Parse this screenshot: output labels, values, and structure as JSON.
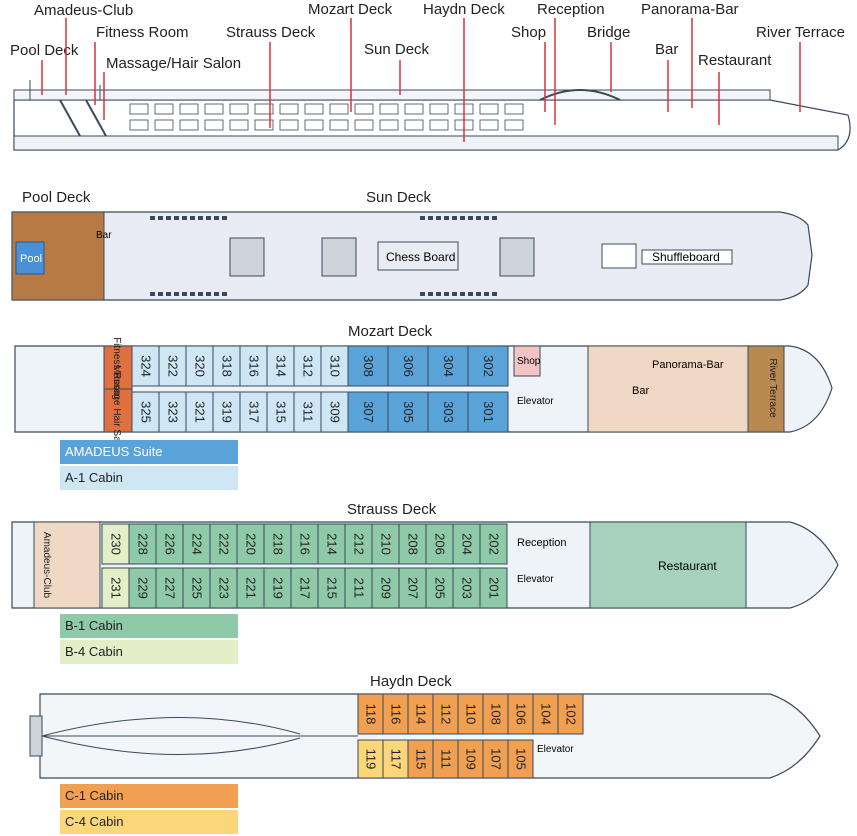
{
  "side_labels": [
    "Amadeus-Club",
    "Pool Deck",
    "Fitness Room",
    "Massage/Hair Salon",
    "Strauss Deck",
    "Mozart Deck",
    "Sun Deck",
    "Haydn Deck",
    "Shop",
    "Reception",
    "Bridge",
    "Panorama-Bar",
    "Bar",
    "Restaurant",
    "River Terrace"
  ],
  "sun": {
    "pool_deck_title": "Pool Deck",
    "title": "Sun Deck",
    "pool": "Pool",
    "bar": "Bar",
    "chess": "Chess Board",
    "shuffle": "Shuffleboard"
  },
  "mozart": {
    "title": "Mozart Deck",
    "top": [
      "324",
      "322",
      "320",
      "318",
      "316",
      "314",
      "312",
      "310",
      "308",
      "306",
      "304",
      "302"
    ],
    "bottom": [
      "325",
      "323",
      "321",
      "319",
      "317",
      "315",
      "311",
      "309",
      "307",
      "305",
      "303",
      "301"
    ],
    "fitness": "Fitness Room",
    "massage": "Massage Hair Salon",
    "shop": "Shop",
    "elevator": "Elevator",
    "panorama": "Panorama-Bar",
    "bar": "Bar",
    "terrace": "River Terrace"
  },
  "strauss": {
    "title": "Strauss Deck",
    "top": [
      "230",
      "228",
      "226",
      "224",
      "222",
      "220",
      "218",
      "216",
      "214",
      "212",
      "210",
      "208",
      "206",
      "204",
      "202"
    ],
    "bottom": [
      "231",
      "229",
      "227",
      "225",
      "223",
      "221",
      "219",
      "217",
      "215",
      "211",
      "209",
      "207",
      "205",
      "203",
      "201"
    ],
    "club": "Amadeus-Club",
    "reception": "Reception",
    "elevator": "Elevator",
    "restaurant": "Restaurant"
  },
  "haydn": {
    "title": "Haydn Deck",
    "top": [
      "118",
      "116",
      "114",
      "112",
      "110",
      "108",
      "106",
      "104",
      "102"
    ],
    "bottom": [
      "119",
      "117",
      "115",
      "111",
      "109",
      "107",
      "105"
    ],
    "elevator": "Elevator"
  },
  "legends": {
    "amadeus_suite": "AMADEUS Suite",
    "a1": "A-1 Cabin",
    "b1": "B-1 Cabin",
    "b4": "B-4 Cabin",
    "c1": "C-1 Cabin",
    "c4": "C-4 Cabin"
  },
  "colors": {
    "suite": "#5aa3d8",
    "a1": "#cfe6f4",
    "b1": "#8fcaa8",
    "b4": "#e4efc8",
    "c1": "#f0a050",
    "c4": "#fbd77a",
    "hull": "#e6eef6",
    "line": "#3a4a5c",
    "red": "#d8323a"
  }
}
